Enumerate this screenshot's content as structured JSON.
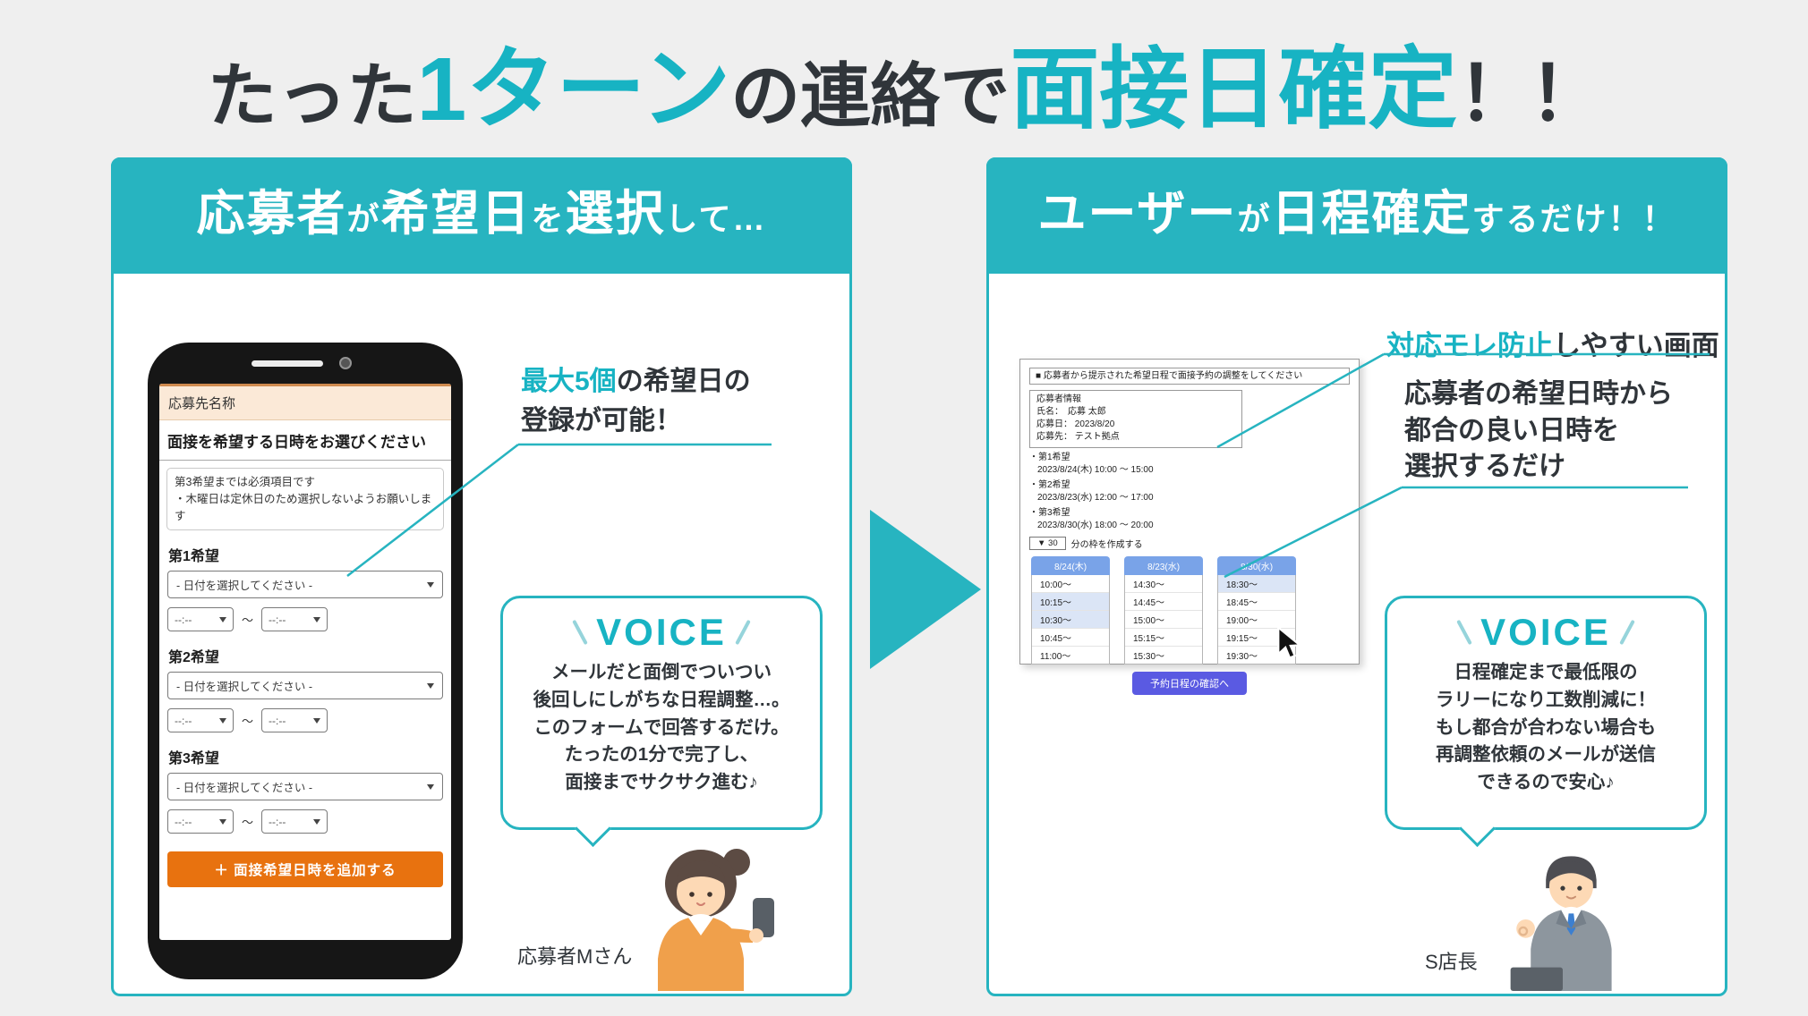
{
  "colors": {
    "accent": "#17b3c3",
    "card_teal": "#27b4c0",
    "navy": "#30353a",
    "orange": "#e8720f",
    "confirm_blue": "#5a5ae2",
    "column_header_blue": "#79a3e8"
  },
  "title": {
    "seg1": "たった",
    "seg2": "1ターン",
    "seg3": "の連絡で",
    "seg4": "面接日確定",
    "seg5": "！！"
  },
  "left_panel": {
    "header": {
      "seg1": "応募者",
      "seg2": "が",
      "seg3": "希望日",
      "seg4": "を",
      "seg5": "選択",
      "seg6": "して…"
    },
    "phone": {
      "site_name_bar": "応募先名称",
      "form_title": "面接を希望する日時をお選びください",
      "note_line1": "第3希望までは必須項目です",
      "note_line2": "・木曜日は定休日のため選択しないようお願いします",
      "date_placeholder": "- 日付を選択してください -",
      "time_placeholder": "--:--",
      "tilde": "～",
      "wishes": [
        {
          "label": "第1希望"
        },
        {
          "label": "第2希望"
        },
        {
          "label": "第3希望"
        }
      ],
      "add_button": "＋ 面接希望日時を追加する"
    },
    "callout": {
      "highlight": "最大5個",
      "rest": "の希望日の",
      "line2": "登録が可能！"
    },
    "voice": {
      "title": "VOICE",
      "lines": [
        "メールだと面倒でついつい",
        "後回しにしがちな日程調整…。",
        "このフォームで回答するだけ。",
        "たったの1分で完了し、",
        "面接までサクサク進む♪"
      ]
    },
    "character_label": "応募者Mさん"
  },
  "right_panel": {
    "header": {
      "seg1": "ユーザー",
      "seg2": "が",
      "seg3": "日程確定",
      "seg4": "するだけ！！"
    },
    "screenshot": {
      "instruction": "■ 応募者から提示された希望日程で面接予約の調整をしてください",
      "applicant_box": {
        "title": "応募者情報",
        "lines": [
          "氏名：　応募 太郎",
          "応募日： 2023/8/20",
          "応募先： テスト拠点"
        ]
      },
      "wishes": [
        {
          "label": "・第1希望",
          "datetime": "2023/8/24(木) 10:00 ～ 15:00"
        },
        {
          "label": "・第2希望",
          "datetime": "2023/8/23(水) 12:00 ～ 17:00"
        },
        {
          "label": "・第3希望",
          "datetime": "2023/8/30(水) 18:00 ～ 20:00"
        }
      ],
      "slot_control": {
        "dropdown": "▼ 30",
        "label": "分の枠を作成する"
      },
      "columns": [
        {
          "header": "8/24(木)",
          "slots": [
            "10:00～",
            "10:15～",
            "10:30～",
            "10:45～",
            "11:00～"
          ],
          "highlighted": [
            false,
            true,
            true,
            false,
            false
          ]
        },
        {
          "header": "8/23(水)",
          "slots": [
            "14:30～",
            "14:45～",
            "15:00～",
            "15:15～",
            "15:30～"
          ],
          "highlighted": [
            false,
            false,
            false,
            false,
            false
          ]
        },
        {
          "header": "8/30(水)",
          "slots": [
            "18:30～",
            "18:45～",
            "19:00～",
            "19:15～",
            "19:30～"
          ],
          "highlighted": [
            true,
            false,
            false,
            false,
            false
          ]
        }
      ],
      "confirm_button": "予約日程の確認へ"
    },
    "callout1": {
      "highlight": "対応モレ防止",
      "rest": "しやすい画面"
    },
    "callout2": {
      "line1": "応募者の希望日時から",
      "line2": "都合の良い日時を",
      "line3": "選択するだけ"
    },
    "voice": {
      "title": "VOICE",
      "lines": [
        "日程確定まで最低限の",
        "ラリーになり工数削減に！",
        "もし都合が合わない場合も",
        "再調整依頼のメールが送信",
        "できるので安心♪"
      ]
    },
    "character_label": "S店長"
  }
}
